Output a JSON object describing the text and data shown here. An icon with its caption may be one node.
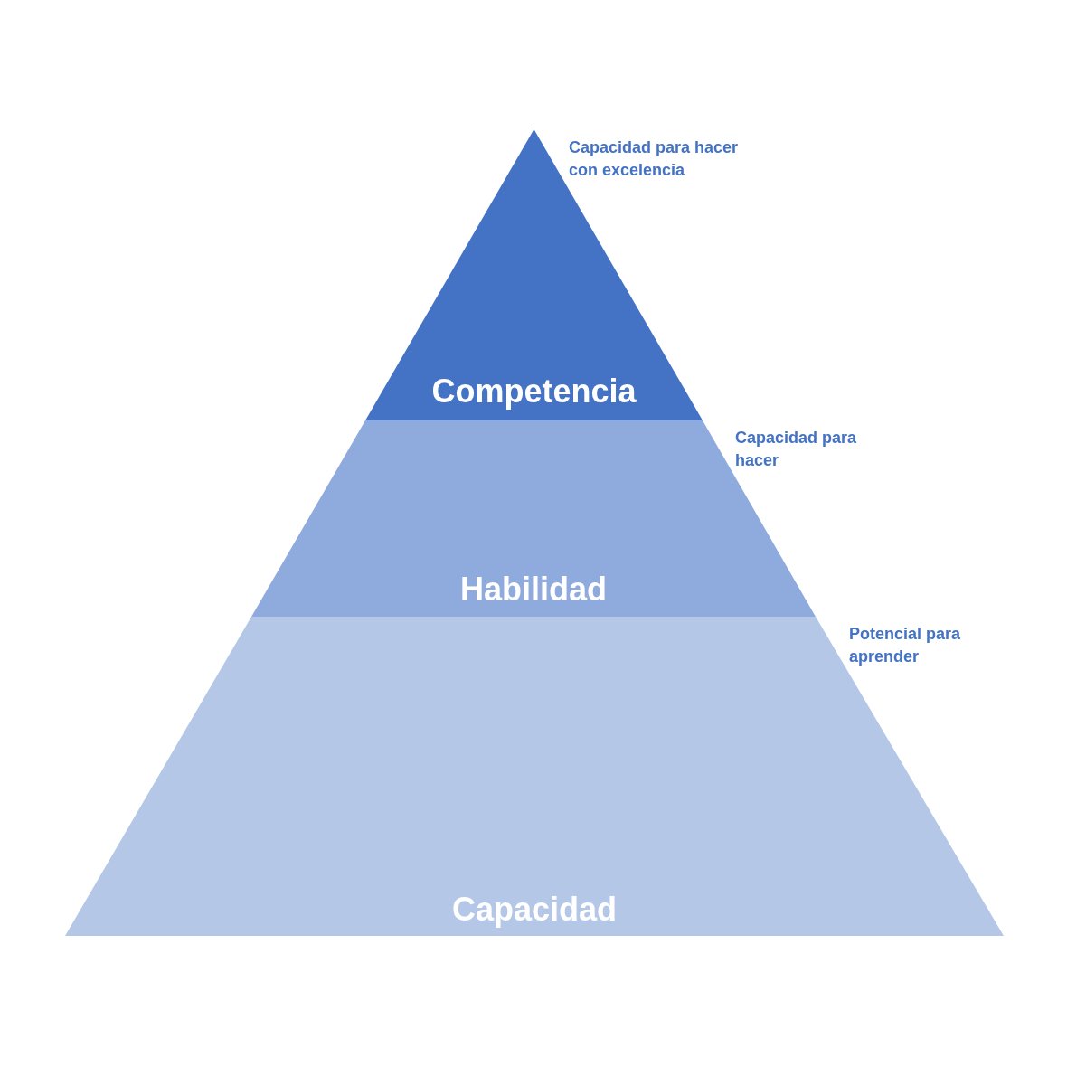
{
  "diagram": {
    "nodes": [
      {
        "text": [
          "Competencia"
        ],
        "beside": [
          "Capacidad para hacer con excelencia"
        ]
      },
      {
        "text": [
          "Habilidad"
        ],
        "beside": [
          "Capacidad para hacer"
        ]
      },
      {
        "text": [
          "Capacidad"
        ],
        "beside": [
          "Potencial para aprender"
        ]
      }
    ],
    "edges": []
  }
}
